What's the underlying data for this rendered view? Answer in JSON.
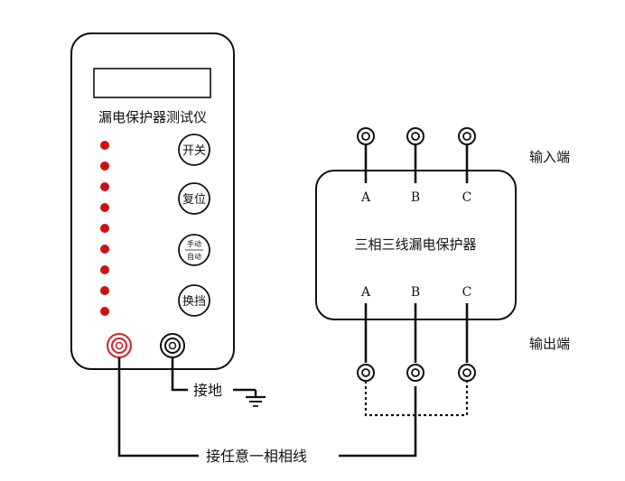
{
  "tester": {
    "title": "漏电保护器测试仪",
    "buttons": {
      "power": "开关",
      "reset": "复位",
      "mode_manual": "手动",
      "mode_auto": "自动",
      "switch_range": "换挡"
    },
    "indicator_count": 9,
    "colors": {
      "indicator": "#cc1111",
      "red_terminal": "#d42020"
    }
  },
  "breaker": {
    "title": "三相三线漏电保护器",
    "input_phases": [
      "A",
      "B",
      "C"
    ],
    "output_phases": [
      "A",
      "B",
      "C"
    ]
  },
  "labels": {
    "input_side": "输入端",
    "output_side": "输出端",
    "ground": "接地",
    "any_phase": "接任意一相相线"
  }
}
